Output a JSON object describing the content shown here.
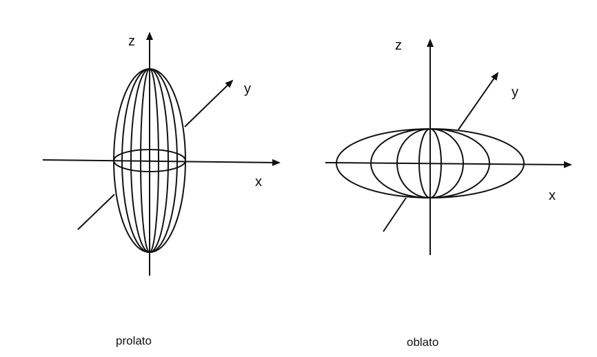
{
  "figure": {
    "prolate": {
      "caption": "prolato",
      "axes": {
        "x": "x",
        "y": "y",
        "z": "z"
      }
    },
    "oblate": {
      "caption": "oblato",
      "axes": {
        "x": "x",
        "y": "y",
        "z": "z"
      }
    },
    "colors": {
      "ink": "#111111",
      "background": "#ffffff"
    }
  }
}
